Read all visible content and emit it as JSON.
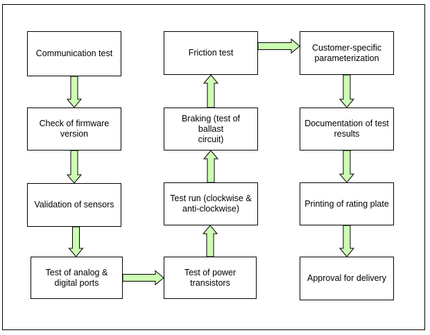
{
  "diagram": {
    "accent_color": "#ccffb3",
    "nodes": [
      {
        "id": "comm",
        "label": "Communication test"
      },
      {
        "id": "firmware",
        "label": "Check of firmware\nversion"
      },
      {
        "id": "sensors",
        "label": "Validation of sensors"
      },
      {
        "id": "ports",
        "label": "Test of analog &\ndigital ports"
      },
      {
        "id": "power",
        "label": "Test of power\ntransistors"
      },
      {
        "id": "testrun",
        "label": "Test run (clockwise &\nanti-clockwise)"
      },
      {
        "id": "braking",
        "label": "Braking (test of ballast\ncircuit)"
      },
      {
        "id": "friction",
        "label": "Friction test"
      },
      {
        "id": "custom",
        "label": "Customer-specific\nparameterization"
      },
      {
        "id": "docs",
        "label": "Documentation of test\nresults"
      },
      {
        "id": "rating",
        "label": "Printing of rating plate"
      },
      {
        "id": "approval",
        "label": "Approval for delivery"
      }
    ],
    "edges": [
      {
        "from": "comm",
        "to": "firmware"
      },
      {
        "from": "firmware",
        "to": "sensors"
      },
      {
        "from": "sensors",
        "to": "ports"
      },
      {
        "from": "ports",
        "to": "power"
      },
      {
        "from": "power",
        "to": "testrun"
      },
      {
        "from": "testrun",
        "to": "braking"
      },
      {
        "from": "braking",
        "to": "friction"
      },
      {
        "from": "friction",
        "to": "custom"
      },
      {
        "from": "custom",
        "to": "docs"
      },
      {
        "from": "docs",
        "to": "rating"
      },
      {
        "from": "rating",
        "to": "approval"
      }
    ]
  }
}
